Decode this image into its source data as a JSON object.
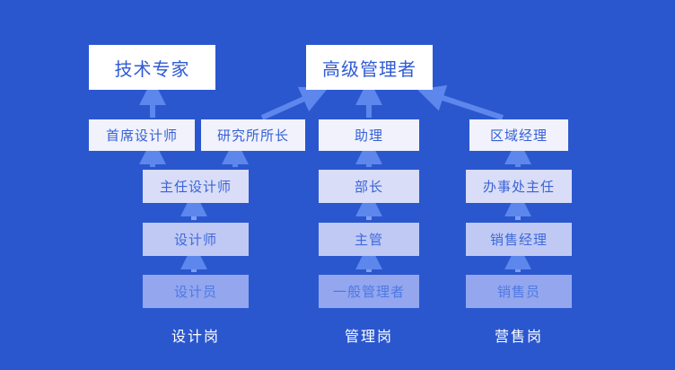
{
  "diagram": {
    "title_visible": false,
    "background_color": "#2b57ce",
    "tiers": {
      "top": {
        "fill": "#ffffff",
        "text_color": "#2f5bd4"
      },
      "t2": {
        "fill": "#f1f2fb",
        "text_color": "#3560d6"
      },
      "t3": {
        "fill": "#d9ddf7",
        "text_color": "#3b63d8"
      },
      "t4": {
        "fill": "#bfc9f3",
        "text_color": "#4069dc"
      },
      "t5": {
        "fill": "#93a6ee",
        "text_color": "#4e79e4"
      }
    },
    "arrow_color": "#5d87ec"
  },
  "top_nodes": [
    {
      "id": "tech-expert",
      "label": "技术专家"
    },
    {
      "id": "senior-manager",
      "label": "高级管理者"
    }
  ],
  "columns": [
    {
      "id": "design",
      "footer_label": "设计岗",
      "levels": [
        {
          "id": "chief-designer",
          "label": "首席设计师",
          "tier": "t2"
        },
        {
          "id": "lead-designer",
          "label": "主任设计师",
          "tier": "t3"
        },
        {
          "id": "designer",
          "label": "设计师",
          "tier": "t4"
        },
        {
          "id": "junior-designer",
          "label": "设计员",
          "tier": "t5"
        }
      ]
    },
    {
      "id": "research",
      "footer_label": "",
      "levels": [
        {
          "id": "institute-director",
          "label": "研究所所长",
          "tier": "t2"
        }
      ]
    },
    {
      "id": "management",
      "footer_label": "管理岗",
      "levels": [
        {
          "id": "assistant",
          "label": "助理",
          "tier": "t2"
        },
        {
          "id": "department-head",
          "label": "部长",
          "tier": "t3"
        },
        {
          "id": "supervisor",
          "label": "主管",
          "tier": "t4"
        },
        {
          "id": "general-manager",
          "label": "一般管理者",
          "tier": "t5"
        }
      ]
    },
    {
      "id": "sales",
      "footer_label": "营售岗",
      "levels": [
        {
          "id": "regional-manager",
          "label": "区域经理",
          "tier": "t2"
        },
        {
          "id": "office-director",
          "label": "办事处主任",
          "tier": "t3"
        },
        {
          "id": "sales-manager",
          "label": "销售经理",
          "tier": "t4"
        },
        {
          "id": "salesperson",
          "label": "销售员",
          "tier": "t5"
        }
      ]
    }
  ],
  "footer_labels": [
    {
      "id": "design",
      "label": "设计岗"
    },
    {
      "id": "management",
      "label": "管理岗"
    },
    {
      "id": "sales",
      "label": "营售岗"
    }
  ]
}
